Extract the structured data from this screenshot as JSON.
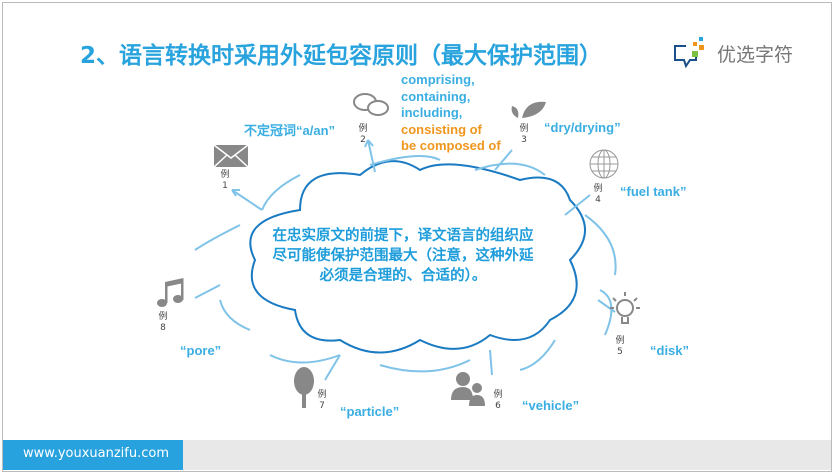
{
  "title": "2、语言转换时采用外延包容原则（最大保护范围）",
  "logo": {
    "text": "优选字符"
  },
  "center": "在忠实原文的前提下，译文语言的组织应尽可能使保护范围最大（注意，这种外延必须是合理的、合适的）。",
  "examples": [
    {
      "label": "例",
      "num": "1",
      "caption": "不定冠词“a/an”",
      "icon": "envelope-icon"
    },
    {
      "label": "例",
      "num": "2",
      "icon": "speech-bubbles-icon",
      "lines_blue": [
        "comprising,",
        "containing,",
        "including,"
      ],
      "lines_orange": [
        "consisting of",
        "be composed of"
      ]
    },
    {
      "label": "例",
      "num": "3",
      "caption": "“dry/drying”",
      "icon": "leaf-icon"
    },
    {
      "label": "例",
      "num": "4",
      "caption": "“fuel tank”",
      "icon": "globe-icon"
    },
    {
      "label": "例",
      "num": "5",
      "caption": "“disk”",
      "icon": "lightbulb-icon"
    },
    {
      "label": "例",
      "num": "6",
      "caption": "“vehicle”",
      "icon": "users-icon"
    },
    {
      "label": "例",
      "num": "7",
      "caption": "“particle”",
      "icon": "tree-icon"
    },
    {
      "label": "例",
      "num": "8",
      "caption": "“pore”",
      "icon": "music-note-icon"
    }
  ],
  "footer": {
    "url": "www.youxuanzifu.com"
  },
  "colors": {
    "accent": "#29a3dd",
    "orange": "#f0961e",
    "line": "#7fc3e8"
  }
}
